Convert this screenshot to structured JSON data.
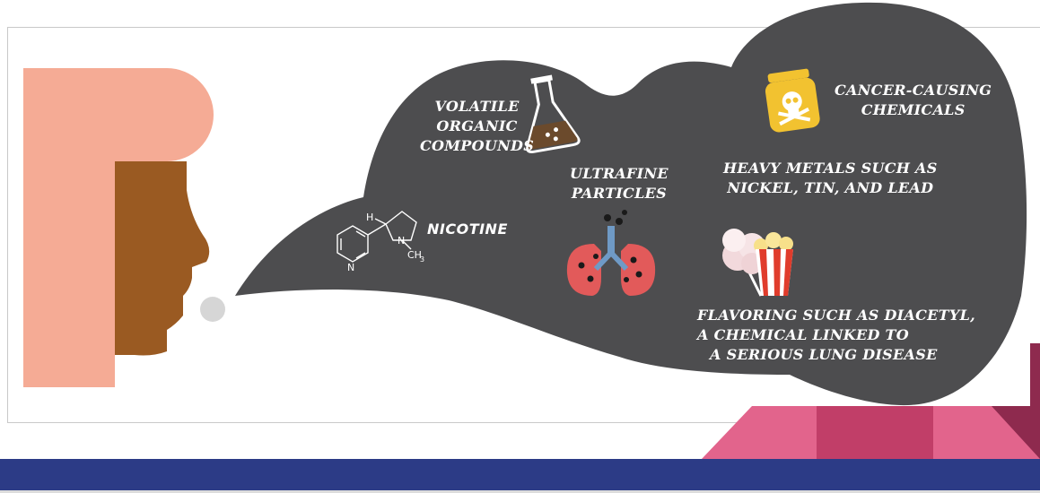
{
  "labels": {
    "voc": [
      "VOLATILE",
      "ORGANIC",
      "COMPOUNDS"
    ],
    "cancer": [
      "CANCER-CAUSING",
      "CHEMICALS"
    ],
    "ultrafine": [
      "ULTRAFINE",
      "PARTICLES"
    ],
    "metals": [
      "HEAVY METALS SUCH AS",
      "NICKEL, TIN, AND LEAD"
    ],
    "nicotine": "NICOTINE",
    "flavoring": [
      "FLAVORING SUCH AS DIACETYL,",
      "A CHEMICAL LINKED TO",
      "A SERIOUS LUNG DISEASE"
    ]
  },
  "molecule": {
    "h_label": "H",
    "n_label": "N",
    "ring_n_label": "N",
    "ch3_label": "CH",
    "ch3_sub": "3"
  },
  "colors": {
    "cloud": "#4d4d4f",
    "skin_light": "#f5ab95",
    "skin_dark": "#9a5a22",
    "puff": "#d6d6d6",
    "bottom_band": "#2c3b86",
    "pink_light": "#e2648c",
    "pink_dark": "#c13e68",
    "maroon": "#8e2a4e"
  },
  "icons": [
    "flask-icon",
    "poison-jar-icon",
    "molecule-icon",
    "lungs-icon",
    "cotton-candy-icon",
    "popcorn-icon"
  ]
}
